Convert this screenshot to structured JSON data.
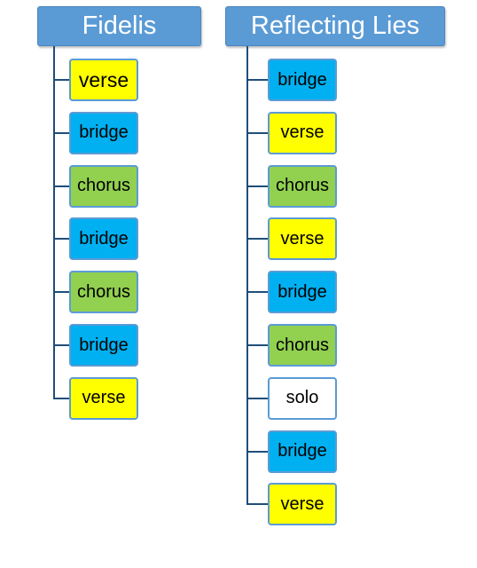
{
  "colors": {
    "header": "#5b9bd5",
    "connector": "#1f4e79",
    "node_border": "#5b9bd5",
    "verse": "#ffff00",
    "bridge": "#00b0f0",
    "chorus": "#92d050",
    "solo": "#ffffff"
  },
  "songs": [
    {
      "title": "Fidelis",
      "sections": [
        "verse",
        "bridge",
        "chorus",
        "bridge",
        "chorus",
        "bridge",
        "verse"
      ]
    },
    {
      "title": "Reflecting Lies",
      "sections": [
        "bridge",
        "verse",
        "chorus",
        "verse",
        "bridge",
        "chorus",
        "solo",
        "bridge",
        "verse"
      ]
    }
  ]
}
